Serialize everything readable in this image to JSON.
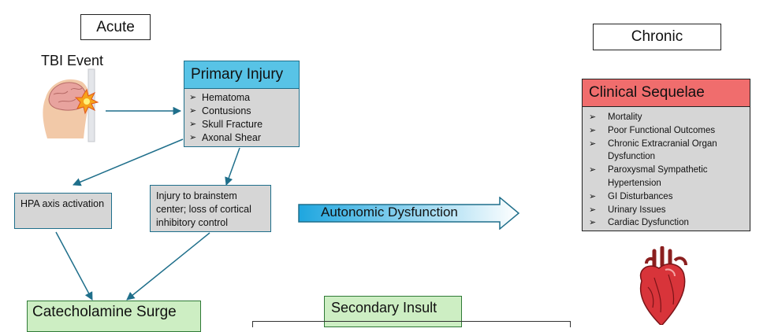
{
  "phase": {
    "acute": "Acute",
    "chronic": "Chronic"
  },
  "tbi_event": {
    "label": "TBI Event"
  },
  "primary_injury": {
    "title": "Primary Injury",
    "items": [
      "Hematoma",
      "Contusions",
      "Skull Fracture",
      "Axonal Shear"
    ]
  },
  "hpa": {
    "text": "HPA axis activation"
  },
  "brainstem": {
    "text": "Injury to brainstem center; loss of cortical inhibitory control"
  },
  "autonomic": {
    "label": "Autonomic Dysfunction"
  },
  "clinical_sequelae": {
    "title": "Clinical Sequelae",
    "items": [
      "Mortality",
      "Poor Functional Outcomes",
      "Chronic Extracranial Organ Dysfunction",
      "Paroxysmal Sympathetic Hypertension",
      "GI Disturbances",
      "Urinary Issues",
      "Cardiac Dysfunction"
    ]
  },
  "catecholamine": {
    "label": "Catecholamine Surge"
  },
  "secondary_insult": {
    "label": "Secondary Insult"
  },
  "colors": {
    "blue_header": "#58c3e6",
    "teal_line": "#1f6f8b",
    "red_header": "#f06d6d",
    "green_box": "#cdeec3",
    "gray_fill": "#d6d6d6",
    "arrow_gradient_start": "#1ea6df",
    "arrow_gradient_end": "#ffffff"
  }
}
